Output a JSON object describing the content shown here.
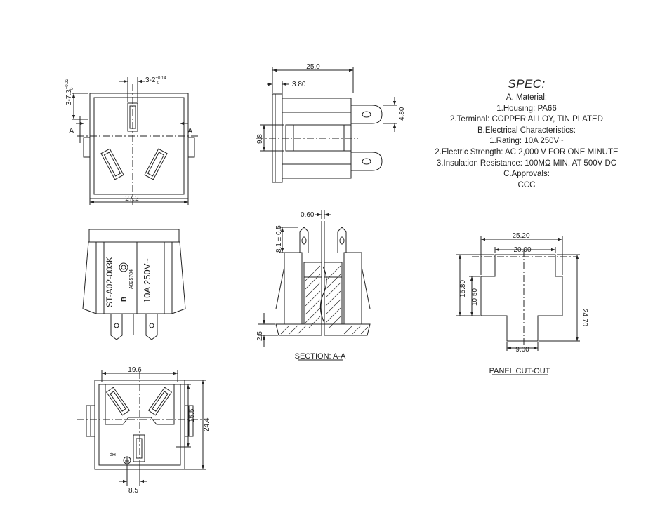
{
  "front_view": {
    "section_marker_left": "A",
    "section_marker_right": "A",
    "dim_height_tolerance": "3-7.3",
    "dim_height_tol_sup": "+0.22",
    "dim_height_tol_sub": "0",
    "dim_slot_width": "3-2",
    "dim_slot_tol_sup": "+0.14",
    "dim_slot_tol_sub": "0",
    "dim_width": "27.2"
  },
  "side_view": {
    "dim_length": "25.0",
    "dim_flange": "3.80",
    "dim_terminal": "4.80",
    "dim_body_height": "9.8"
  },
  "label_view": {
    "part_number": "ST-A02-003K",
    "rating": "10A 250V~",
    "approval_code": "A025784",
    "logo_text": "B"
  },
  "section_view": {
    "dim_gap": "0.60",
    "dim_terminal_length": "8.1 ± 0.5",
    "dim_base": "2.5",
    "caption": "SECTION: A-A"
  },
  "bottom_view": {
    "dim_width": "19.6",
    "dim_inner_height": "15.5",
    "dim_height": "24.4",
    "dim_spacing": "8.5",
    "marking": "dH"
  },
  "cutout": {
    "dim_outer_width": "25.20",
    "dim_inner_width": "20.00",
    "dim_height_outer": "15.80",
    "dim_height_inner": "10.50",
    "dim_total_height": "24.70",
    "dim_bottom_width": "9.00",
    "caption": "PANEL CUT-OUT"
  },
  "spec": {
    "title": "SPEC:",
    "lines": [
      "A. Material:",
      "1.Housing: PA66",
      "2.Terminal: COPPER ALLOY, TIN PLATED",
      "B.Electrical Characteristics:",
      "1.Rating:  10A 250V~",
      "2.Electric Strength: AC 2,000 V FOR ONE MINUTE",
      "3.Insulation Resistance: 100MΩ MIN, AT 500V DC",
      "C.Approvals:",
      "CCC"
    ]
  }
}
